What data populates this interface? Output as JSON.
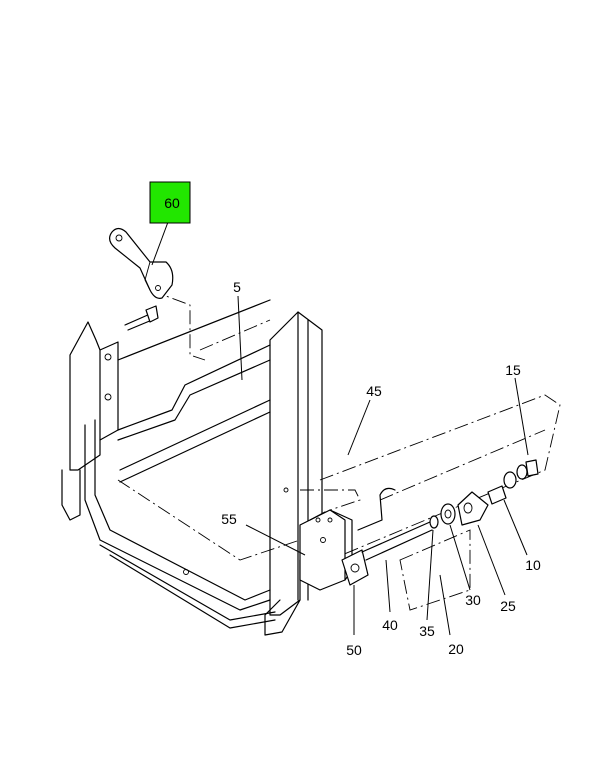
{
  "callouts": {
    "c60": "60",
    "c5": "5",
    "c45": "45",
    "c15": "15",
    "c55": "55",
    "c10": "10",
    "c25": "25",
    "c30": "30",
    "c20": "20",
    "c35": "35",
    "c40": "40",
    "c50": "50"
  },
  "colors": {
    "highlight": "#22e600",
    "line": "#000000",
    "background": "#ffffff"
  }
}
